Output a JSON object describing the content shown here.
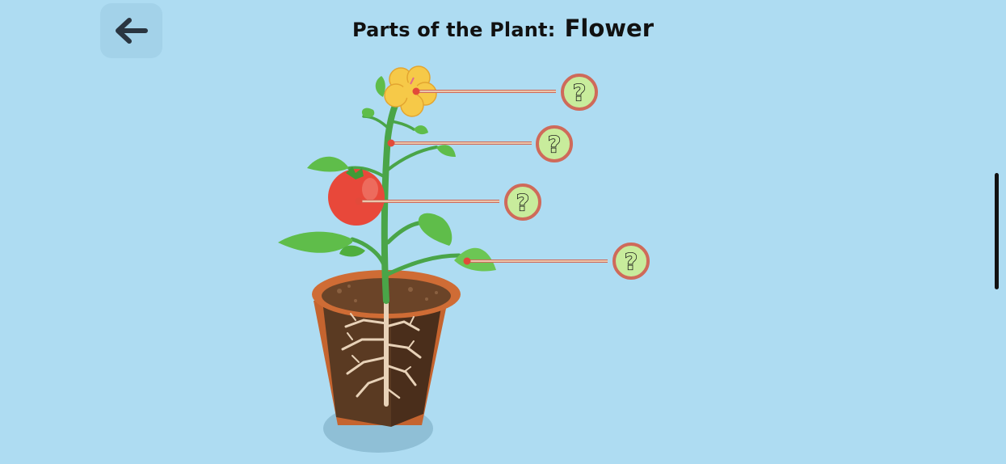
{
  "header": {
    "title_prefix": "Parts of the Plant:",
    "title_part": "Flower"
  },
  "nav": {
    "back_icon": "arrow-left-icon"
  },
  "plant_labels": [
    {
      "target": "flower",
      "text": "?"
    },
    {
      "target": "stem",
      "text": "?"
    },
    {
      "target": "fruit",
      "text": "?"
    },
    {
      "target": "leaf",
      "text": "?"
    }
  ],
  "colors": {
    "background": "#aedcf2",
    "leaf_green": "#5fbd4a",
    "flower_yellow": "#f6c948",
    "tomato_red": "#e8483a",
    "pot_terracotta": "#c5642f",
    "soil_brown": "#5a3a22",
    "label_button_fill": "#c8ec9c",
    "label_button_ring": "#cf6a5a"
  }
}
